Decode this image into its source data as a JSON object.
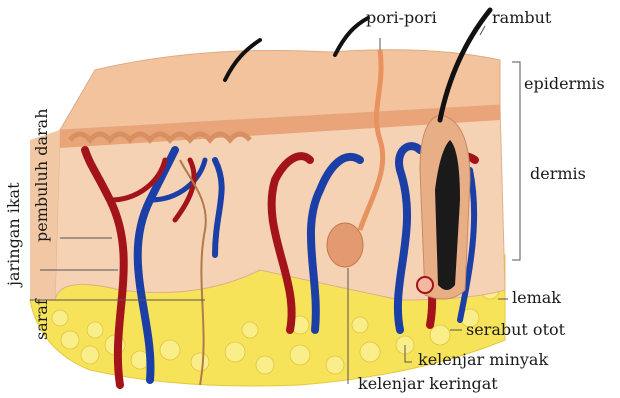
{
  "labels": {
    "pori_pori": "pori-pori",
    "rambut": "rambut",
    "epidermis": "epidermis",
    "dermis": "dermis",
    "jaringan_ikat": "jaringan ikat",
    "pembuluh_darah": "pembuluh darah",
    "saraf": "saraf",
    "lemak": "lemak",
    "serabut_otot": "serabut otot",
    "kelenjar_minyak": "kelenjar minyak",
    "kelenjar_keringat": "kelenjar keringat"
  },
  "colors": {
    "skin_surface": "#f3c39d",
    "skin_side": "#f6d2b4",
    "epidermis_band": "#e9a47a",
    "fat": "#f6e35a",
    "artery": "#a3131a",
    "vein": "#1b3fa6",
    "nerve": "#b07a4a",
    "hair": "#111111"
  }
}
